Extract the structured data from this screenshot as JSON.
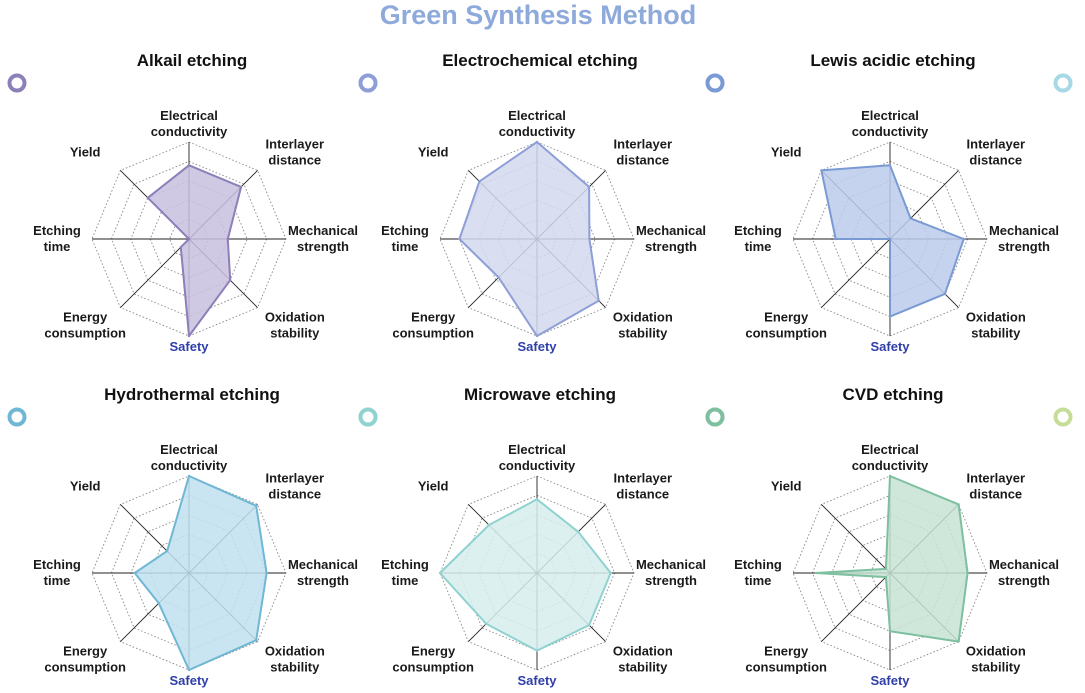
{
  "title": "Green Synthesis Method",
  "colors": {
    "title": "#8eaadb",
    "grid": "#8a8a8a",
    "spoke": "#222222",
    "safety_label": "#2f3fa8"
  },
  "axes": [
    [
      "Electrical",
      "conductivity"
    ],
    [
      "Interlayer",
      "distance"
    ],
    [
      "Mechanical",
      "strength"
    ],
    [
      "Oxidation",
      "stability"
    ],
    [
      "Safety"
    ],
    [
      "Energy",
      "consumption"
    ],
    [
      "Etching",
      "time"
    ],
    [
      "Yield"
    ]
  ],
  "chart_data": [
    {
      "type": "radar",
      "title": "Alkail etching",
      "series": [
        {
          "values": [
            3.8,
            3.8,
            2.0,
            3.0,
            5.0,
            0.6,
            0.0,
            3.0
          ]
        }
      ],
      "range": [
        0,
        5
      ],
      "rings": 5,
      "color": "#8d7fb8",
      "fill": "#c8c0df",
      "line": "#b0a6d2",
      "line_end": "#c6bde0"
    },
    {
      "type": "radar",
      "title": "Electrochemical etching",
      "series": [
        {
          "values": [
            5.0,
            3.8,
            2.7,
            4.5,
            5.0,
            2.8,
            4.0,
            4.2
          ]
        }
      ],
      "range": [
        0,
        5
      ],
      "rings": 5,
      "color": "#8e9fd8",
      "fill": "#d3d8ef",
      "line": "#c2c6e6",
      "line_end": "#b8c4e6"
    },
    {
      "type": "radar",
      "title": "Lewis acidic etching",
      "series": [
        {
          "values": [
            3.8,
            1.5,
            3.8,
            4.0,
            4.0,
            0.0,
            2.8,
            5.0
          ]
        }
      ],
      "range": [
        0,
        5
      ],
      "rings": 5,
      "color": "#7a9ad4",
      "fill": "#bccbeb",
      "line": "#9fb6e0",
      "line_end": "#a6d8e6"
    },
    {
      "type": "radar",
      "title": "Hydrothermal etching",
      "series": [
        {
          "values": [
            5.0,
            4.9,
            4.0,
            4.9,
            5.0,
            2.2,
            2.8,
            1.6
          ]
        }
      ],
      "range": [
        0,
        5
      ],
      "rings": 5,
      "color": "#6fb7d4",
      "fill": "#bfe0ee",
      "line": "#a6d8e9",
      "line_end": "#b2e2ea"
    },
    {
      "type": "radar",
      "title": "Microwave etching",
      "series": [
        {
          "values": [
            3.8,
            3.0,
            3.8,
            3.8,
            4.0,
            3.7,
            5.0,
            3.5
          ]
        }
      ],
      "range": [
        0,
        5
      ],
      "rings": 5,
      "color": "#8fd2d0",
      "fill": "#d6eeec",
      "line": "#bde3e4",
      "line_end": "#b5dcd1"
    },
    {
      "type": "radar",
      "title": "CVD etching",
      "series": [
        {
          "values": [
            5.0,
            5.0,
            4.0,
            5.0,
            3.0,
            0.3,
            3.8,
            0.3
          ]
        }
      ],
      "range": [
        0,
        5
      ],
      "rings": 5,
      "color": "#7dbf9f",
      "fill": "#c5e3d3",
      "line": "#9fd0b3",
      "line_end": "#c6dd98"
    }
  ]
}
